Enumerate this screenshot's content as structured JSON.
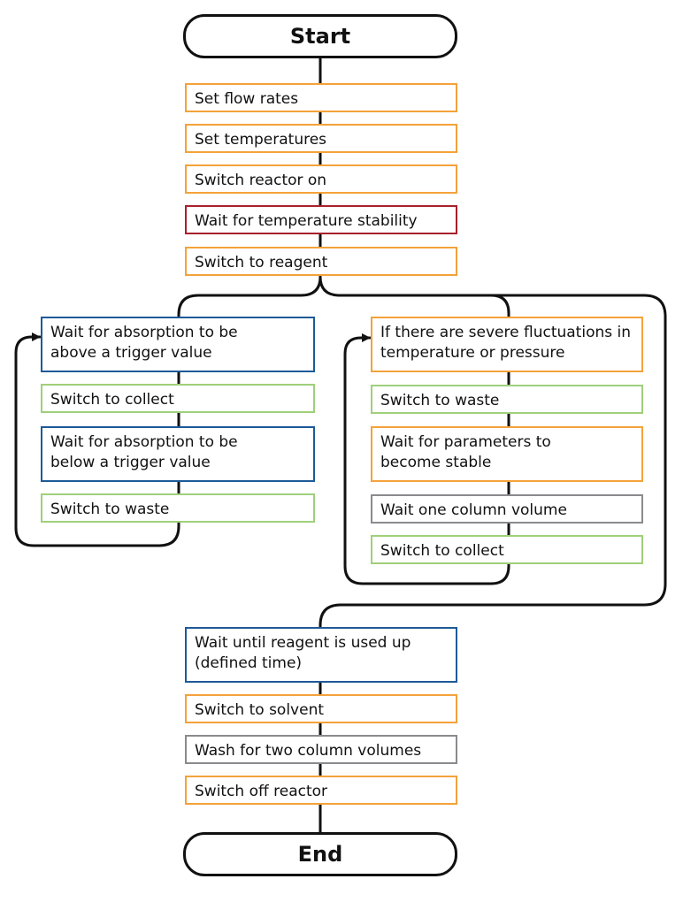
{
  "start_label": "Start",
  "end_label": "End",
  "main_steps": [
    {
      "text": "Set flow rates",
      "color": "orange"
    },
    {
      "text": "Set temperatures",
      "color": "orange"
    },
    {
      "text": "Switch reactor on",
      "color": "orange"
    },
    {
      "text": "Wait for temperature stability",
      "color": "red"
    },
    {
      "text": "Switch to reagent",
      "color": "orange"
    }
  ],
  "left_loop": [
    {
      "text": "Wait for absorption to be above a trigger value",
      "color": "blue"
    },
    {
      "text": "Switch to collect",
      "color": "green"
    },
    {
      "text": "Wait for absorption to be below a trigger value",
      "color": "blue"
    },
    {
      "text": "Switch to waste",
      "color": "green"
    }
  ],
  "right_loop": [
    {
      "text": "If there are severe fluctuations in temperature or pressure",
      "color": "orange"
    },
    {
      "text": "Switch to waste",
      "color": "green"
    },
    {
      "text": "Wait for parameters to become stable",
      "color": "orange"
    },
    {
      "text": "Wait one column volume",
      "color": "gray"
    },
    {
      "text": "Switch to collect",
      "color": "green"
    }
  ],
  "final_steps": [
    {
      "text": "Wait until reagent is used up (defined time)",
      "color": "blue"
    },
    {
      "text": "Switch to solvent",
      "color": "orange"
    },
    {
      "text": "Wash for two column volumes",
      "color": "gray"
    },
    {
      "text": "Switch off reactor",
      "color": "orange"
    }
  ],
  "colors": {
    "orange": "#f4a23a",
    "red": "#a8202b",
    "blue": "#1d5a98",
    "green": "#9fd07a",
    "gray": "#8a8a8e",
    "connector": "#111111"
  }
}
